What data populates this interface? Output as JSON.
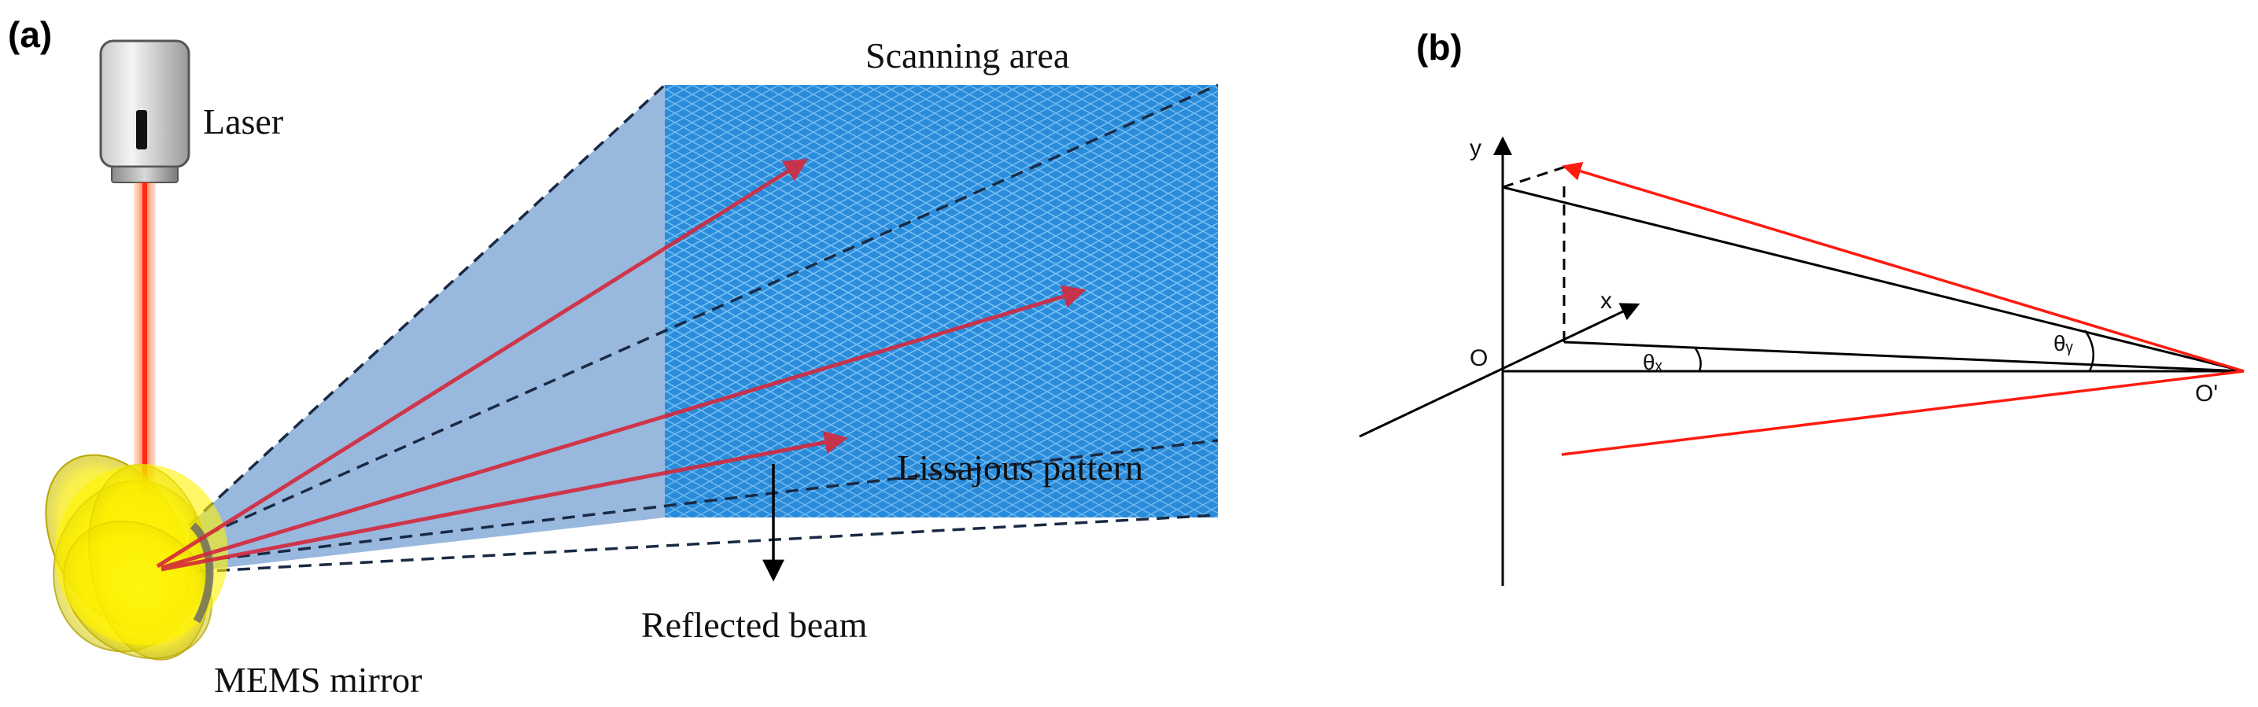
{
  "panel_a": {
    "label": "(a)",
    "laser_label": "Laser",
    "scanning_area_label": "Scanning area",
    "pattern_label": "Lissajous pattern",
    "reflected_label": "Reflected beam",
    "mirror_label": "MEMS mirror"
  },
  "panel_b": {
    "label": "(b)",
    "axis_y": "y",
    "axis_x": "x",
    "origin": "O",
    "origin_prime": "O'",
    "theta_x": "θₓ",
    "theta_y": "θᵧ"
  },
  "colors": {
    "beam_red": "#ff2a1a",
    "cone_blue": "#93b4dc",
    "scan_blue": "#1f84d6",
    "mirror_yellow": "#fff200"
  }
}
